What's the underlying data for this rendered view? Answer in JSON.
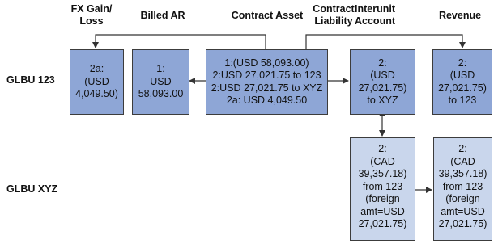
{
  "headers": {
    "fx_gain_loss": "FX Gain/\nLoss",
    "billed_ar": "Billed AR",
    "contract_asset": "Contract Asset",
    "contract_liability": "Contract\nLiability",
    "interunit_account": "Interunit\nAccount",
    "revenue": "Revenue"
  },
  "rows": {
    "glbu_123": "GLBU 123",
    "glbu_xyz": "GLBU XYZ"
  },
  "boxes": {
    "fx_123": "2a:\n(USD\n4,049.50)",
    "billed_123": "1:\nUSD\n58,093.00",
    "contract_asset_123": "1:(USD 58,093.00)\n2:USD 27,021.75 to 123\n2:USD 27,021.75 to XYZ\n2a: USD 4,049.50",
    "interunit_123": "2:\n(USD\n27,021.75)\nto XYZ",
    "revenue_123": "2:\n(USD\n27,021.75)\nto 123",
    "interunit_xyz": "2:\n(CAD\n39,357.18)\nfrom 123\n(foreign\namt=USD\n27,021.75)",
    "revenue_xyz": "2:\n(CAD\n39,357.18)\nfrom 123\n(foreign\namt=USD\n27,021.75)"
  },
  "colors": {
    "box_dark": "#8ea6d6",
    "box_light": "#c9d6ec",
    "connector": "#333333"
  }
}
